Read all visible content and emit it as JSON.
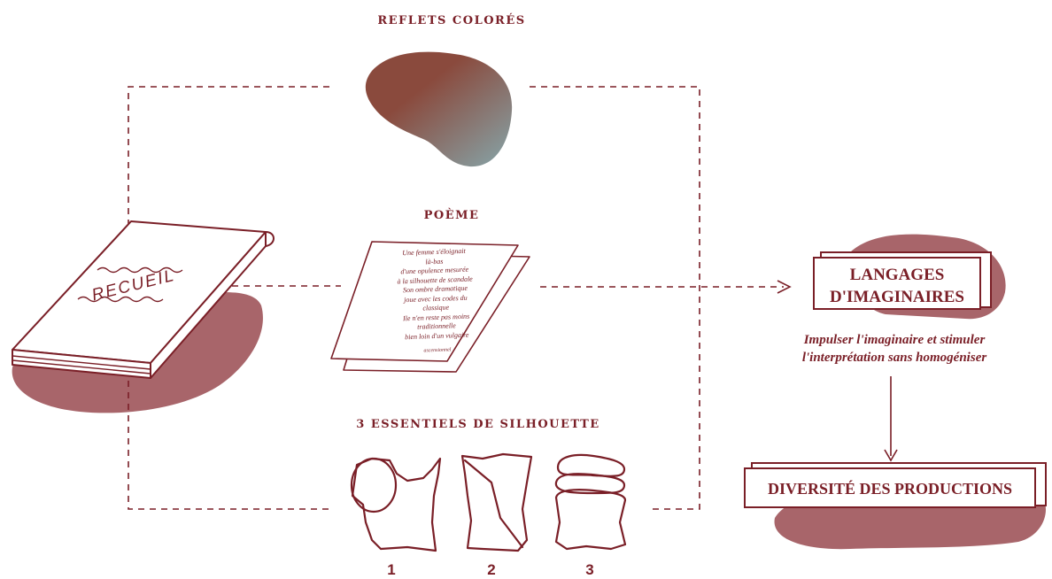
{
  "labels": {
    "reflets": "REFLETS COLORÉS",
    "poeme": "POÈME",
    "silhouette": "3 ESSENTIELS DE SILHOUETTE"
  },
  "book": {
    "title": "RECUEIL"
  },
  "poem_lines": [
    "Une femme s'éloignait",
    "là-bas",
    "d'une opulence mesurée",
    "à la silhouette de scandale",
    "Son ombre dramatique",
    "joue avec les codes du",
    "classique",
    "Ile n'en reste pas moins",
    "traditionnelle",
    "bien loin d'un vulgaire",
    "ascensionnel"
  ],
  "langages_box": {
    "line1": "LANGAGES",
    "line2": "D'IMAGINAIRES"
  },
  "subtitle": {
    "line1": "Impulser l'imaginaire et stimuler",
    "line2": "l'interprétation sans homogéniser"
  },
  "diversite_box": {
    "label": "DIVERSITÉ DES PRODUCTIONS"
  },
  "silhouette_numbers": [
    "1",
    "2",
    "3"
  ],
  "colors": {
    "accent": "#7a1f27",
    "blob": "#a8656a",
    "gradient_start": "#8a4a3d",
    "gradient_end": "#86a6aa"
  }
}
